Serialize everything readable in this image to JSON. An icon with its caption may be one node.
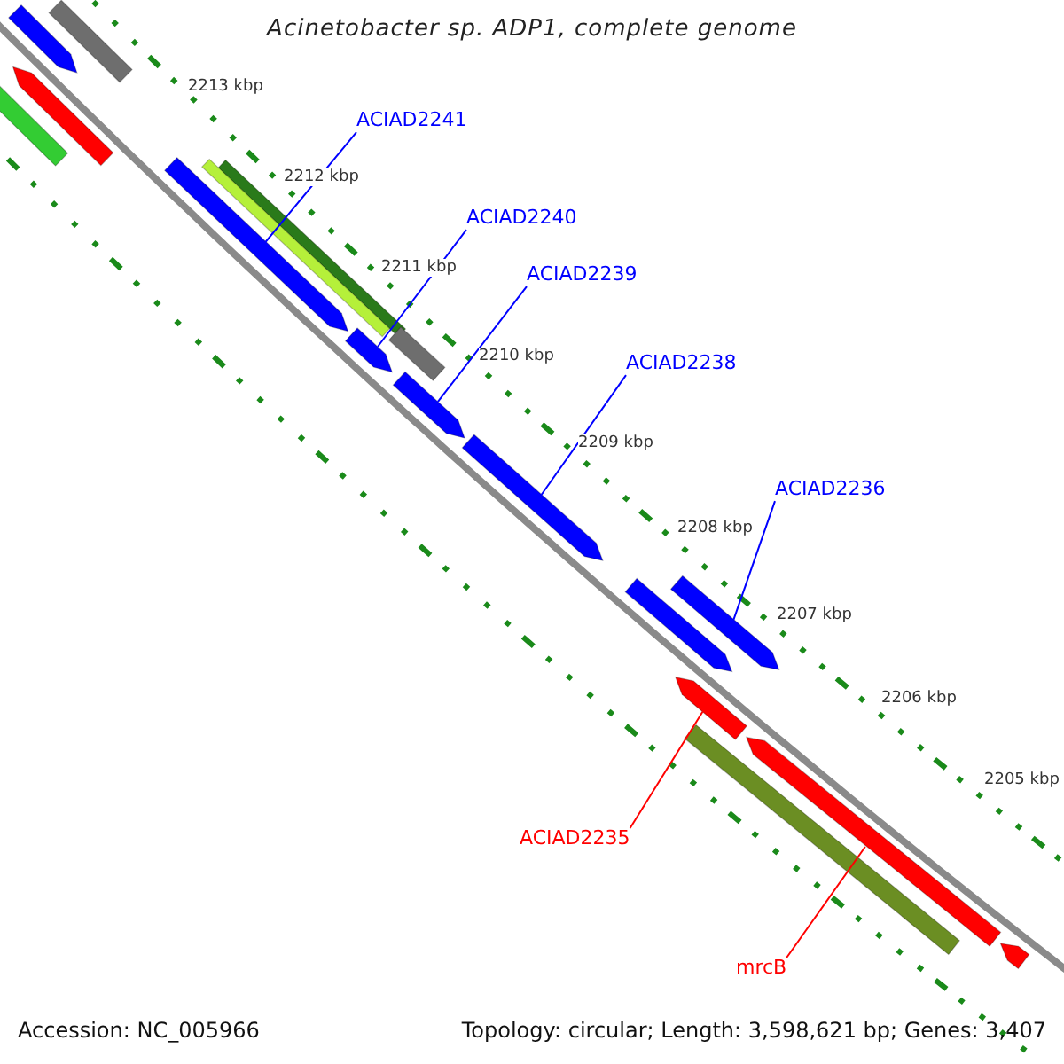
{
  "diagram": {
    "title": "Acinetobacter sp. ADP1, complete genome",
    "nodes": [
      {
        "text": [
          "ACIAD2241"
        ]
      },
      {
        "text": [
          "ACIAD2240"
        ]
      },
      {
        "text": [
          "ACIAD2239"
        ]
      },
      {
        "text": [
          "ACIAD2238"
        ]
      },
      {
        "text": [
          "ACIAD2236"
        ]
      },
      {
        "text": [
          "ACIAD2235"
        ]
      },
      {
        "text": [
          "mrcB"
        ]
      },
      {
        "text": [],
        "shape": "arrow"
      },
      {
        "text": [],
        "shape": "bar"
      },
      {
        "text": [],
        "shape": "bar"
      },
      {
        "text": [],
        "shape": "arrow"
      },
      {
        "text": [],
        "shape": "arrow"
      },
      {
        "text": [],
        "shape": "bar"
      },
      {
        "text": [],
        "shape": "bar"
      },
      {
        "text": [],
        "shape": "arrow"
      },
      {
        "text": [],
        "shape": "bar"
      },
      {
        "text": [],
        "shape": "arrow"
      },
      {
        "text": [],
        "shape": "arrow"
      },
      {
        "text": [],
        "shape": "arrow"
      },
      {
        "text": [],
        "shape": "arrow"
      },
      {
        "text": [],
        "shape": "arrow"
      },
      {
        "text": [],
        "shape": "bar"
      },
      {
        "text": [],
        "shape": "arrow"
      },
      {
        "text": [],
        "shape": "arrow"
      }
    ],
    "edges": [
      {
        "from": 0,
        "to": 11,
        "arrow": "none"
      },
      {
        "from": 1,
        "to": 14,
        "arrow": "none"
      },
      {
        "from": 2,
        "to": 16,
        "arrow": "none"
      },
      {
        "from": 3,
        "to": 17,
        "arrow": "none"
      },
      {
        "from": 4,
        "to": 19,
        "arrow": "none"
      },
      {
        "from": 5,
        "to": 20,
        "arrow": "none",
        "color": "#ff0000"
      },
      {
        "from": 6,
        "to": 22,
        "arrow": "none",
        "color": "#ff0000"
      }
    ],
    "labels": [
      "2213 kbp",
      "2212 kbp",
      "2211 kbp",
      "2210 kbp",
      "2209 kbp",
      "2208 kbp",
      "2207 kbp",
      "2206 kbp",
      "2205 kbp",
      "Accession: NC_005966",
      "Topology: circular; Length: 3,598,621 bp; Genes: 3,407"
    ]
  }
}
